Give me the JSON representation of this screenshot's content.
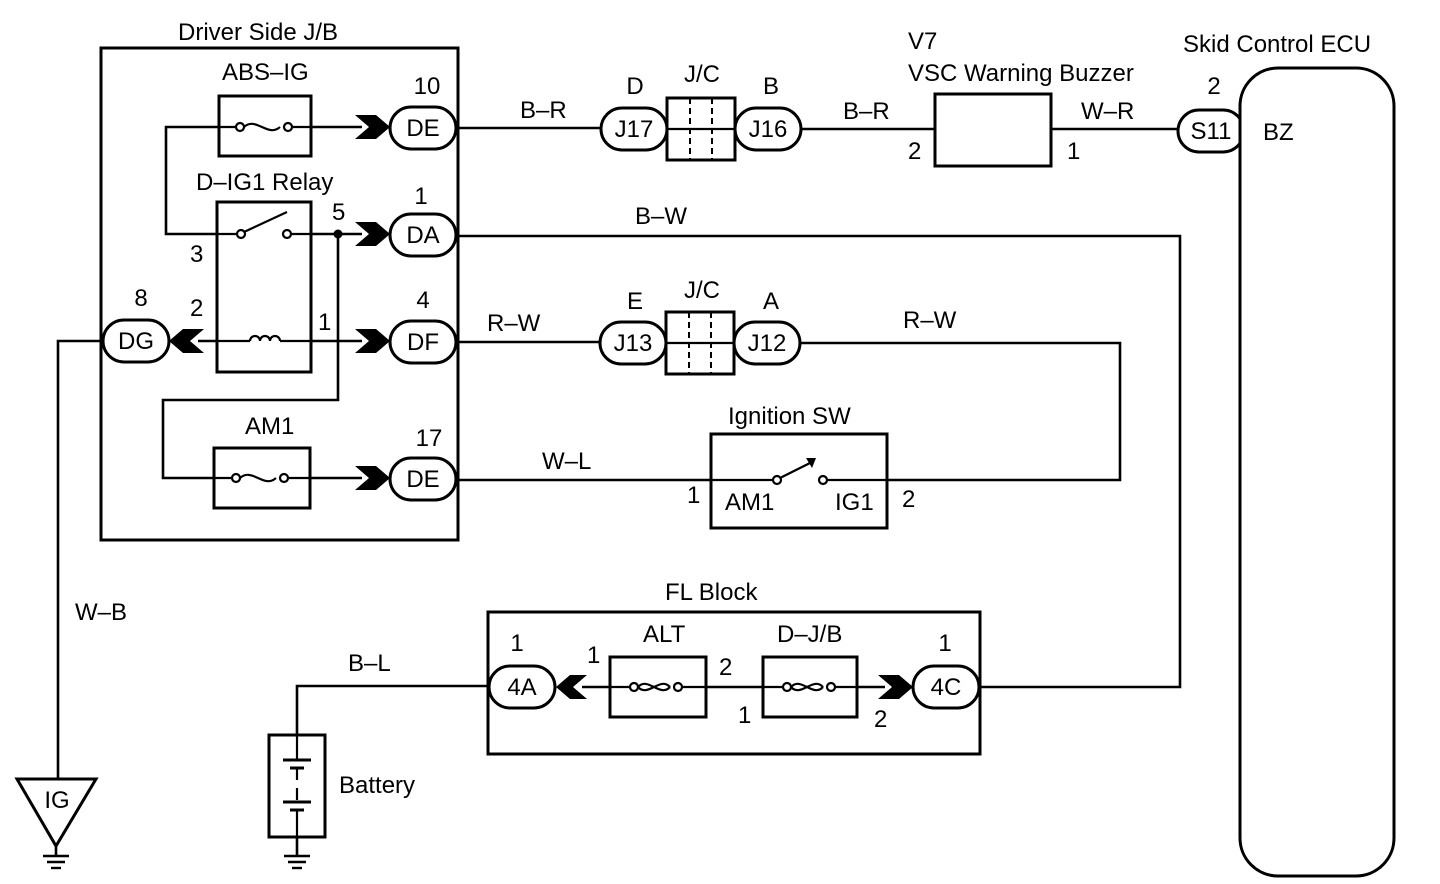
{
  "junction_block": {
    "title": "Driver Side J/B",
    "abs_ig_fuse": "ABS–IG",
    "relay_label": "D–IG1 Relay",
    "am1_fuse": "AM1",
    "relay_pin_3": "3",
    "relay_pin_5": "5",
    "relay_pin_2": "2",
    "relay_pin_1": "1"
  },
  "connectors": {
    "de_top": {
      "name": "DE",
      "pin": "10"
    },
    "da": {
      "name": "DA",
      "pin": "1"
    },
    "df": {
      "name": "DF",
      "pin": "4"
    },
    "de_bottom": {
      "name": "DE",
      "pin": "17"
    },
    "dg": {
      "name": "DG",
      "pin": "8"
    },
    "j17": {
      "name": "J17",
      "letter": "D"
    },
    "j16": {
      "name": "J16",
      "letter": "B"
    },
    "j13": {
      "name": "J13",
      "letter": "E"
    },
    "j12": {
      "name": "J12",
      "letter": "A"
    },
    "s11": {
      "name": "S11",
      "pin": "2"
    },
    "c4a": {
      "name": "4A",
      "pin": "1"
    },
    "c4c": {
      "name": "4C",
      "pin": "1"
    }
  },
  "jc_top_label": "J/C",
  "jc_mid_label": "J/C",
  "buzzer": {
    "code": "V7",
    "name": "VSC Warning Buzzer",
    "pin_left": "2",
    "pin_right": "1"
  },
  "ecu": {
    "name": "Skid Control ECU",
    "terminal": "BZ"
  },
  "ignition_switch": {
    "title": "Ignition SW",
    "terminal_left": "AM1",
    "terminal_right": "IG1",
    "pin_left": "1",
    "pin_right": "2"
  },
  "fl_block": {
    "title": "FL Block",
    "alt_fuse": "ALT",
    "dj_fuse": "D–J/B",
    "alt_pin_1": "1",
    "alt_pin_2": "2",
    "dj_pin_1": "1",
    "dj_pin_2": "2"
  },
  "wires": {
    "br_left": "B–R",
    "br_right": "B–R",
    "wr": "W–R",
    "bw": "B–W",
    "rw_left": "R–W",
    "rw_right": "R–W",
    "wl": "W–L",
    "wb": "W–B",
    "bl": "B–L"
  },
  "ground_ig": "IG",
  "battery_label": "Battery"
}
